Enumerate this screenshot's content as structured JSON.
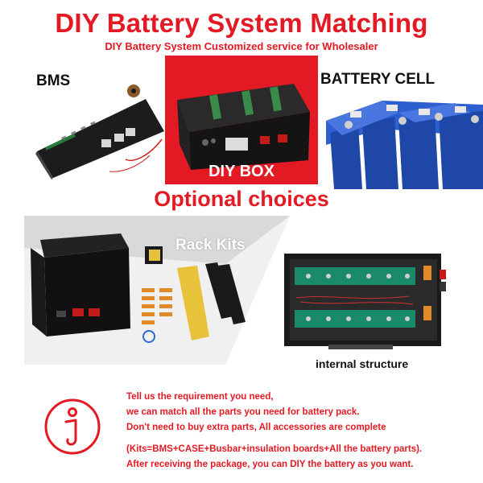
{
  "header": {
    "title": "DIY Battery System Matching",
    "subtitle": "DIY Battery System Customized service for Wholesaler"
  },
  "top_row": {
    "bms_label": "BMS",
    "diy_box_label": "DIY BOX",
    "battery_cell_label": "BATTERY CELL"
  },
  "optional_heading": "Optional choices",
  "bottom_row": {
    "rack_kits_label": "Rack Kits",
    "internal_label": "internal structure"
  },
  "info": {
    "line1": "Tell us the requirement you need,",
    "line2": "we can match all the parts you need for battery pack.",
    "line3": "Don't need to buy extra parts, All accessories are complete",
    "line4": "(Kits=BMS+CASE+Busbar+insulation boards+All the battery parts).",
    "line5": "After receiving the package, you can DIY the battery as you want."
  },
  "colors": {
    "accent": "#e31a23",
    "cell_blue": "#1f47a8"
  },
  "icons": {
    "info": "info-icon"
  }
}
